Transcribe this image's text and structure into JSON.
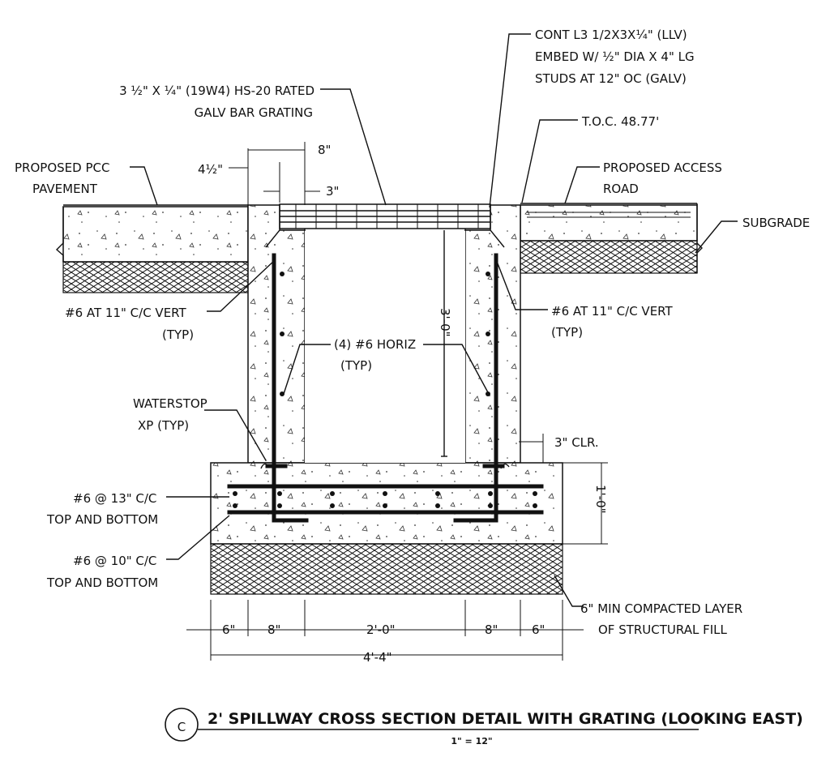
{
  "labels": {
    "angle_line1": "CONT L3 1/2X3X¼\" (LLV)",
    "angle_line2": "EMBED W/ ½\" DIA X 4\" LG",
    "angle_line3": "STUDS AT 12\" OC (GALV)",
    "grating_line1": "3 ½\" X ¼\" (19W4) HS-20 RATED",
    "grating_line2": "GALV BAR GRATING",
    "toc": "T.O.C. 48.77'",
    "pcc_line1": "PROPOSED PCC",
    "pcc_line2": "PAVEMENT",
    "access_line1": "PROPOSED ACCESS",
    "access_line2": "ROAD",
    "subgrade": "SUBGRADE",
    "vert_left_line1": "#6 AT 11\" C/C VERT",
    "vert_left_line2": "(TYP)",
    "vert_right_line1": "#6 AT 11\" C/C VERT",
    "vert_right_line2": "(TYP)",
    "horiz_line1": "(4) #6 HORIZ",
    "horiz_line2": "(TYP)",
    "waterstop_line1": "WATERSTOP",
    "waterstop_line2": "XP (TYP)",
    "slab_top_line1": "#6 @ 13\" C/C",
    "slab_top_line2": "TOP AND BOTTOM",
    "slab_bot_line1": "#6 @ 10\" C/C",
    "slab_bot_line2": "TOP AND BOTTOM",
    "fill_line1": "6\" MIN COMPACTED LAYER",
    "fill_line2": "OF STRUCTURAL FILL"
  },
  "dimensions": {
    "dim_8_top": "8\"",
    "dim_4_5": "4½\"",
    "dim_3": "3\"",
    "dim_3_0": "3'-0\"",
    "dim_3_clr": "3\" CLR.",
    "dim_1_0": "1'-0\"",
    "dim_6_left": "6\"",
    "dim_8_left": "8\"",
    "dim_2_0": "2'-0\"",
    "dim_8_right": "8\"",
    "dim_6_right": "6\"",
    "dim_4_4": "4'-4\""
  },
  "title_block": {
    "detail_letter": "C",
    "title": "2' SPILLWAY CROSS SECTION DETAIL WITH GRATING (LOOKING EAST)",
    "scale": "1\" = 12\""
  }
}
